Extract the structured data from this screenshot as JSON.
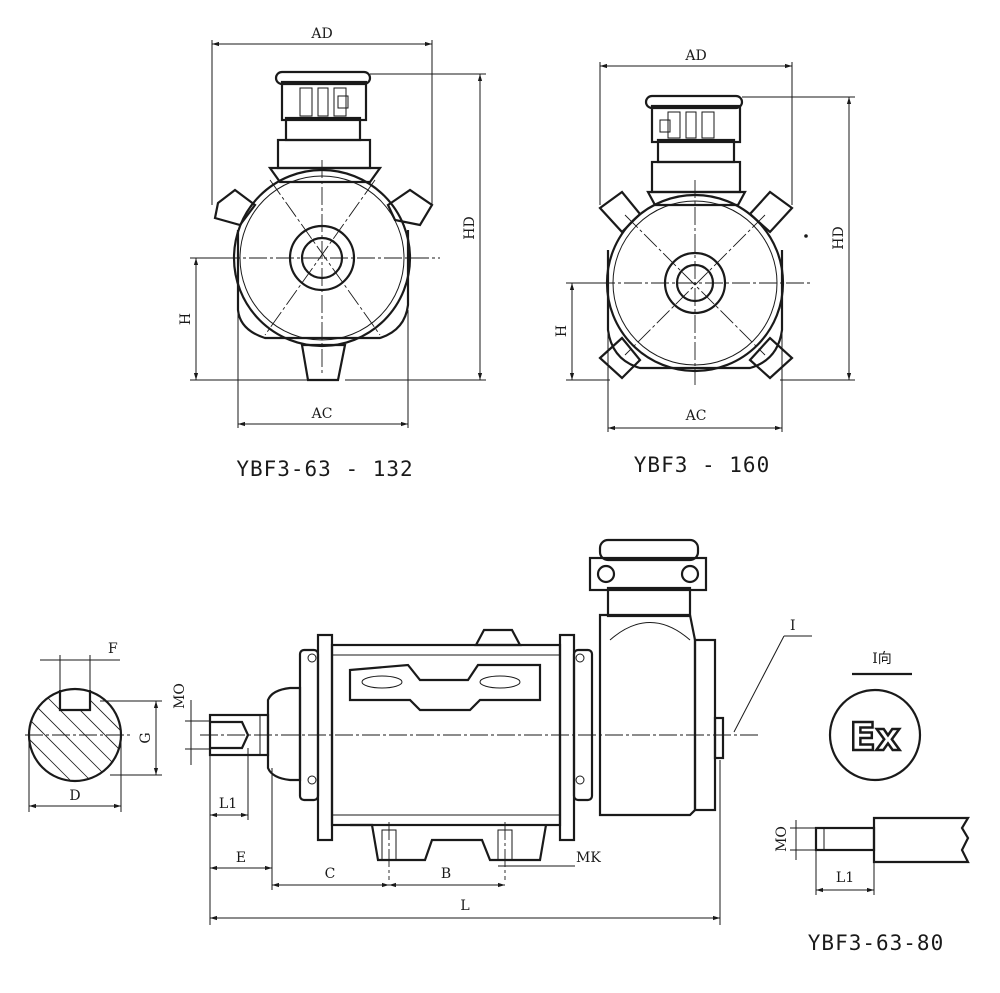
{
  "views": {
    "left": {
      "caption": "YBF3-63 - 132",
      "labels": {
        "ad": "AD",
        "hd": "HD",
        "h": "H",
        "ac": "AC"
      }
    },
    "right": {
      "caption": "YBF3 - 160",
      "labels": {
        "ad": "AD",
        "hd": "HD",
        "h": "H",
        "ac": "AC"
      }
    },
    "side": {
      "labels": {
        "mo": "MO",
        "l1": "L1",
        "e": "E",
        "c": "C",
        "b": "B",
        "mk": "MK",
        "l": "L",
        "i": "I"
      }
    },
    "shaft_section": {
      "labels": {
        "f": "F",
        "g": "G",
        "d": "D"
      }
    },
    "detail": {
      "title": "I向",
      "ex_mark": "Ex",
      "labels": {
        "mo": "MO",
        "l1": "L1"
      },
      "caption": "YBF3-63-80"
    }
  }
}
